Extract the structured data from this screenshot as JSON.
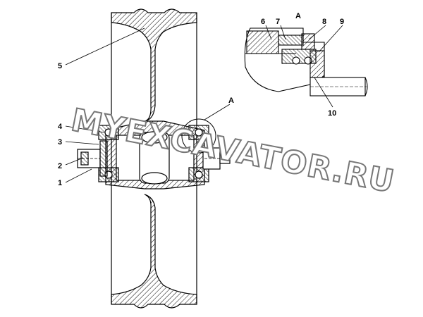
{
  "callouts": {
    "c1": "1",
    "c2": "2",
    "c3": "3",
    "c4": "4",
    "c5": "5",
    "c6": "6",
    "c7": "7",
    "c8": "8",
    "c9": "9",
    "c10": "10",
    "detail_ref": "A",
    "detail_title": "A"
  },
  "watermark": "MYEXCAVATOR.RU",
  "colors": {
    "line": "#000000",
    "watermark_outline": "#777777",
    "background": "#ffffff"
  }
}
